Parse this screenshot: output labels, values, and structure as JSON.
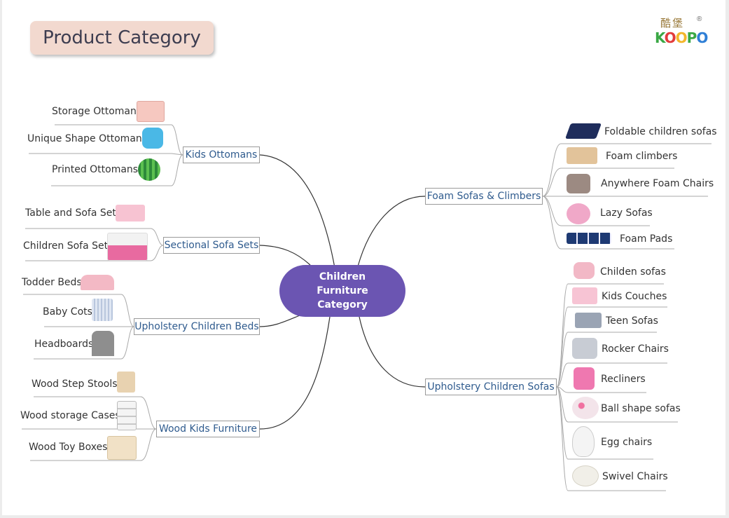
{
  "title": "Product Category",
  "logo": {
    "cn": "酷堡",
    "en": "KOOPO",
    "reg": "®"
  },
  "center": {
    "lines": [
      "Children",
      "Furniture",
      "Category"
    ]
  },
  "branches": {
    "kids_ottomans": {
      "label": "Kids Ottomans",
      "items": [
        "Storage Ottomans",
        "Unique Shape Ottomans",
        "Printed Ottomans"
      ]
    },
    "sectional_sofa_sets": {
      "label": "Sectional Sofa Sets",
      "items": [
        "Table and Sofa Sets",
        "Children Sofa Sets"
      ]
    },
    "upholstery_children_beds": {
      "label": "Upholstery Children Beds",
      "items": [
        "Todder Beds",
        "Baby Cots",
        "Headboards"
      ]
    },
    "wood_kids_furniture": {
      "label": "Wood Kids Furniture",
      "items": [
        "Wood Step Stools",
        "Wood storage Cases",
        "Wood Toy Boxes"
      ]
    },
    "foam_sofas_climbers": {
      "label": "Foam Sofas & Climbers",
      "items": [
        "Foldable children sofas",
        "Foam climbers",
        "Anywhere Foam Chairs",
        "Lazy Sofas",
        "Foam Pads"
      ]
    },
    "upholstery_children_sofas": {
      "label": "Upholstery Children Sofas",
      "items": [
        "Childen sofas",
        "Kids Couches",
        "Teen Sofas",
        "Rocker Chairs",
        "Recliners",
        "Ball shape sofas",
        "Egg chairs",
        "Swivel Chairs"
      ]
    }
  },
  "colors": {
    "center": "#6b55b2",
    "branch_text": "#2f5b8e",
    "title_bg": "#f2d9cf"
  }
}
